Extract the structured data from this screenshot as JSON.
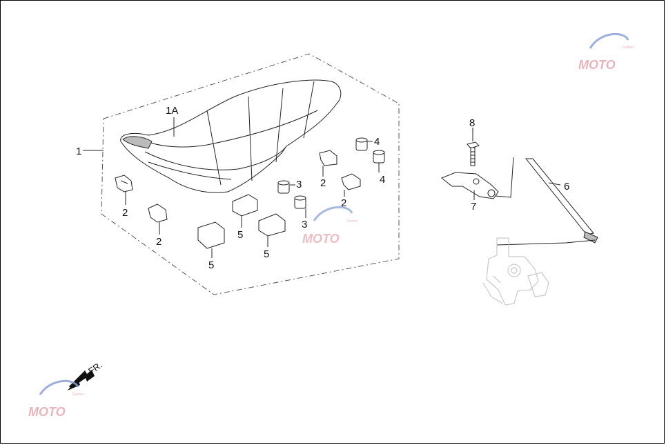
{
  "diagram": {
    "callouts": {
      "c1": "1",
      "c1a": "1A",
      "c2a": "2",
      "c2b": "2",
      "c2c": "2",
      "c2d": "2",
      "c3a": "3",
      "c3b": "3",
      "c4a": "4",
      "c4b": "4",
      "c5a": "5",
      "c5b": "5",
      "c5c": "5",
      "c6": "6",
      "c7": "7",
      "c8": "8"
    },
    "direction_label": "FR.",
    "watermark": {
      "brand": "MOTO",
      "sub": "Gaimer"
    }
  },
  "colors": {
    "line": "#222222",
    "ghost": "#c9c9c9",
    "watermark": "#e8a6ae",
    "watermark_blue": "#8aa2d8",
    "arrow": "#111111"
  }
}
